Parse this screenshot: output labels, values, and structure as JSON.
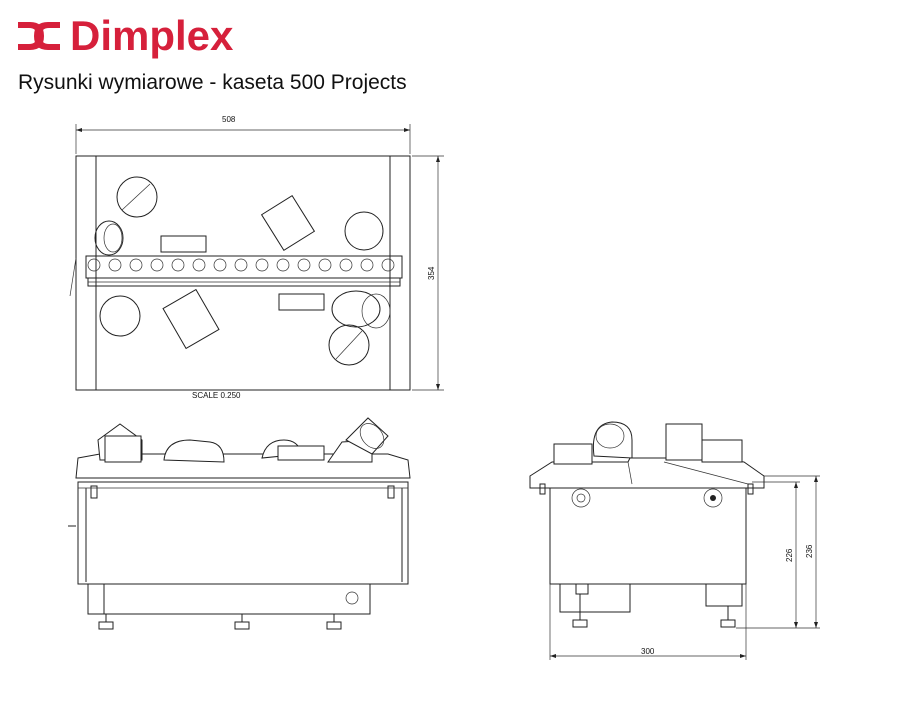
{
  "brand": {
    "name": "Dimplex",
    "color": "#d6203b",
    "logo_icon": "dimplex-logo-icon"
  },
  "title": "Rysunki wymiarowe - kaseta 500 Projects",
  "dimensions": {
    "top_width": "508",
    "top_depth": "354",
    "scale": "SCALE  0.250",
    "side_height_inner": "226",
    "side_height_outer": "236",
    "side_depth": "300"
  }
}
